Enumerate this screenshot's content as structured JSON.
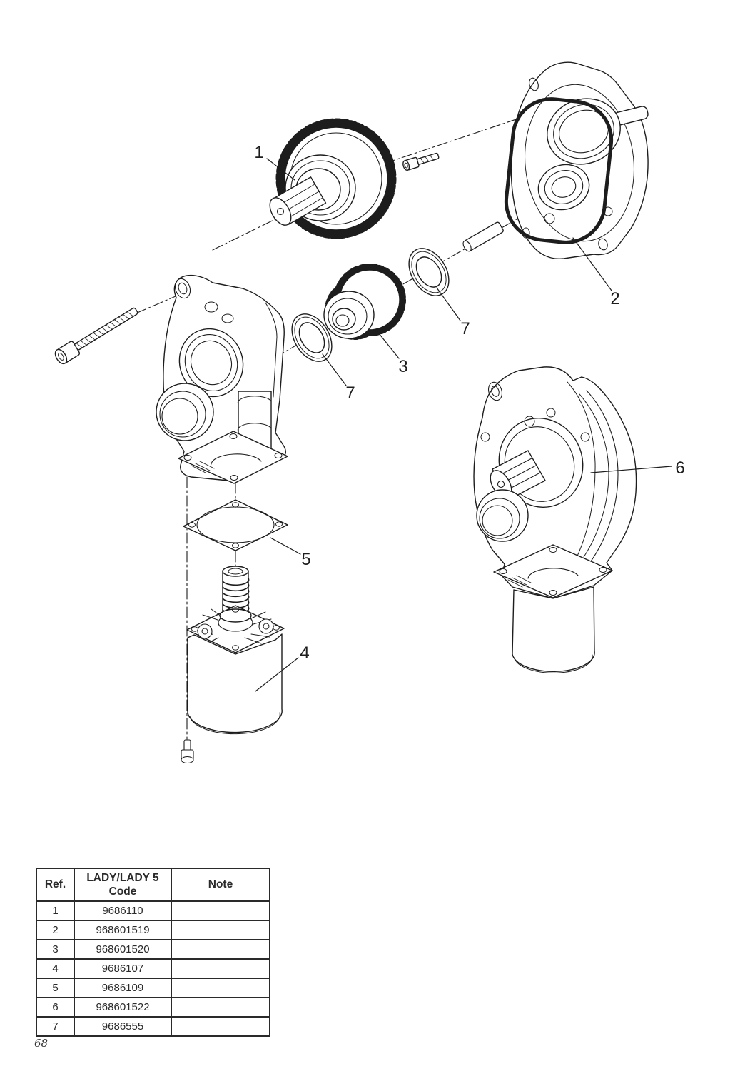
{
  "page": {
    "number": "68",
    "background_color": "#ffffff",
    "line_color": "#1d1d1d"
  },
  "diagram": {
    "description_names": [
      "output-gear-shaft",
      "cover-gasket",
      "intermediate-gear",
      "motor",
      "flange-gasket",
      "assembled-gearbox",
      "seal-washer"
    ],
    "callouts": [
      {
        "part": "output-gear-shaft",
        "label": "1"
      },
      {
        "part": "cover-gasket",
        "label": "2"
      },
      {
        "part": "intermediate-gear",
        "label": "3"
      },
      {
        "part": "motor",
        "label": "4"
      },
      {
        "part": "flange-gasket",
        "label": "5"
      },
      {
        "part": "assembled-gearbox",
        "label": "6"
      },
      {
        "part": "seal-washer-left",
        "label": "7"
      },
      {
        "part": "seal-washer-right",
        "label": "7"
      }
    ]
  },
  "table": {
    "headers": {
      "ref": "Ref.",
      "code_line1": "LADY/LADY 5",
      "code_line2": "Code",
      "note": "Note"
    },
    "rows": [
      {
        "ref": "1",
        "code": "9686110",
        "note": ""
      },
      {
        "ref": "2",
        "code": "968601519",
        "note": ""
      },
      {
        "ref": "3",
        "code": "968601520",
        "note": ""
      },
      {
        "ref": "4",
        "code": "9686107",
        "note": ""
      },
      {
        "ref": "5",
        "code": "9686109",
        "note": ""
      },
      {
        "ref": "6",
        "code": "968601522",
        "note": ""
      },
      {
        "ref": "7",
        "code": "9686555",
        "note": ""
      }
    ]
  }
}
